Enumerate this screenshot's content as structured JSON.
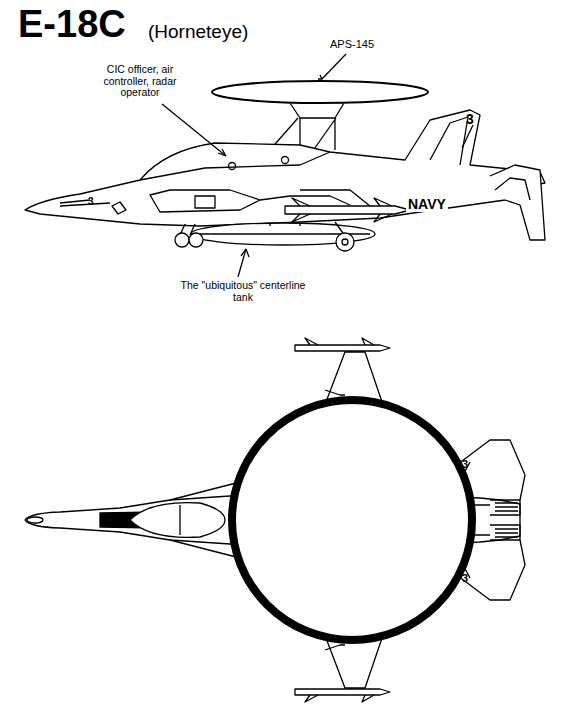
{
  "diagram": {
    "title": "E-18C",
    "labels": [
      "(Horneteye)",
      "APS-145",
      "CIC officer, air controller, radar operator",
      "The \"ubiquitous\" centerline tank",
      "NAVY",
      "3",
      "3",
      "3",
      "3"
    ]
  }
}
